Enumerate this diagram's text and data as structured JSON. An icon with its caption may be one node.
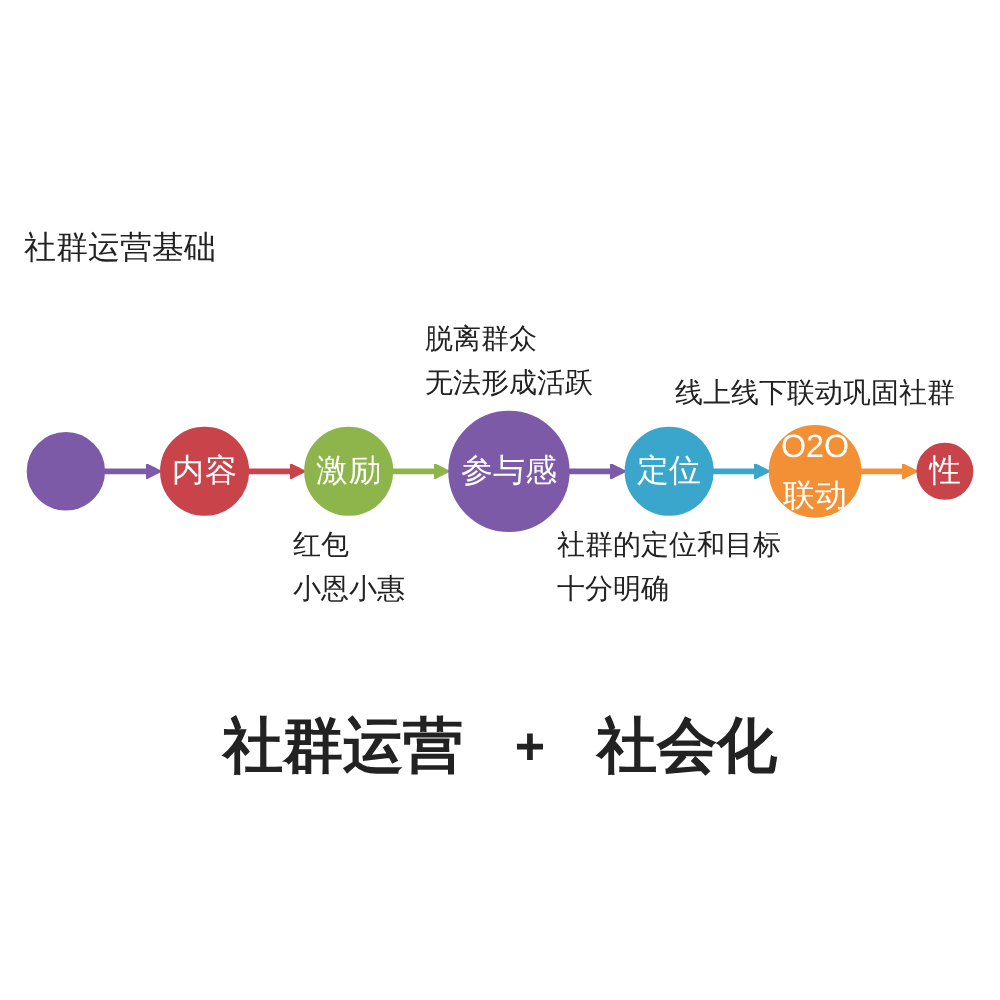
{
  "diagram": {
    "nodes": [
      {
        "text": [],
        "shape": "circle"
      },
      {
        "text": [
          "内容"
        ]
      },
      {
        "text": [
          "激励"
        ],
        "beside": [
          "红包",
          "小恩小惠"
        ]
      },
      {
        "text": [
          "参与感"
        ],
        "beside": [
          "脱离群众",
          "无法形成活跃"
        ]
      },
      {
        "text": [
          "定位"
        ],
        "beside": [
          "社群的定位和目标",
          "十分明确"
        ]
      },
      {
        "text": [
          "O2O",
          "联动"
        ],
        "beside": [
          "线上线下联动巩固社群"
        ]
      },
      {
        "text": [
          "性"
        ]
      }
    ],
    "edges": [
      {
        "from": 0,
        "to": 1,
        "arrow": "to",
        "color": "#7d5aa8"
      },
      {
        "from": 1,
        "to": 2,
        "arrow": "to",
        "color": "#c9434a"
      },
      {
        "from": 2,
        "to": 3,
        "arrow": "to",
        "color": "#8db54b"
      },
      {
        "from": 3,
        "to": 4,
        "arrow": "to",
        "color": "#7d5aa8"
      },
      {
        "from": 4,
        "to": 5,
        "arrow": "to",
        "color": "#3ba6cb"
      },
      {
        "from": 5,
        "to": 6,
        "arrow": "to",
        "color": "#f39035"
      }
    ],
    "labels": [
      "社群运营基础",
      "社群运营",
      "+",
      "社会化"
    ]
  }
}
